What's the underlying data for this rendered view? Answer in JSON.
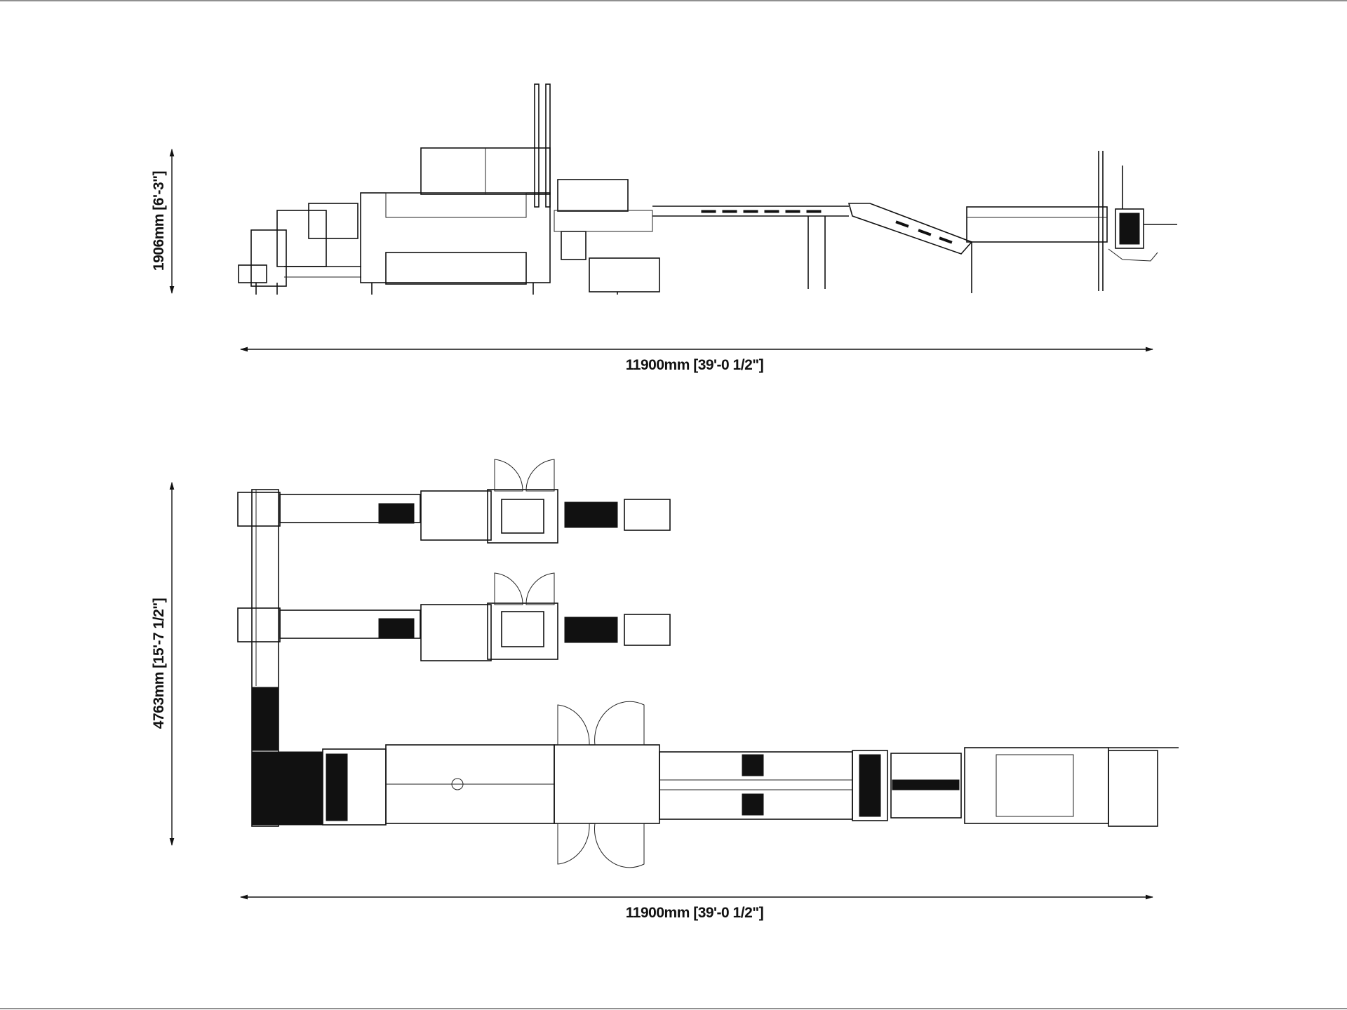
{
  "side_view": {
    "height_dimension": "1906mm [6'-3\"]",
    "length_dimension": "11900mm [39'-0 1/2\"]"
  },
  "plan_view": {
    "width_dimension": "4763mm [15'-7 1/2\"]",
    "length_dimension": "11900mm [39'-0 1/2\"]"
  }
}
